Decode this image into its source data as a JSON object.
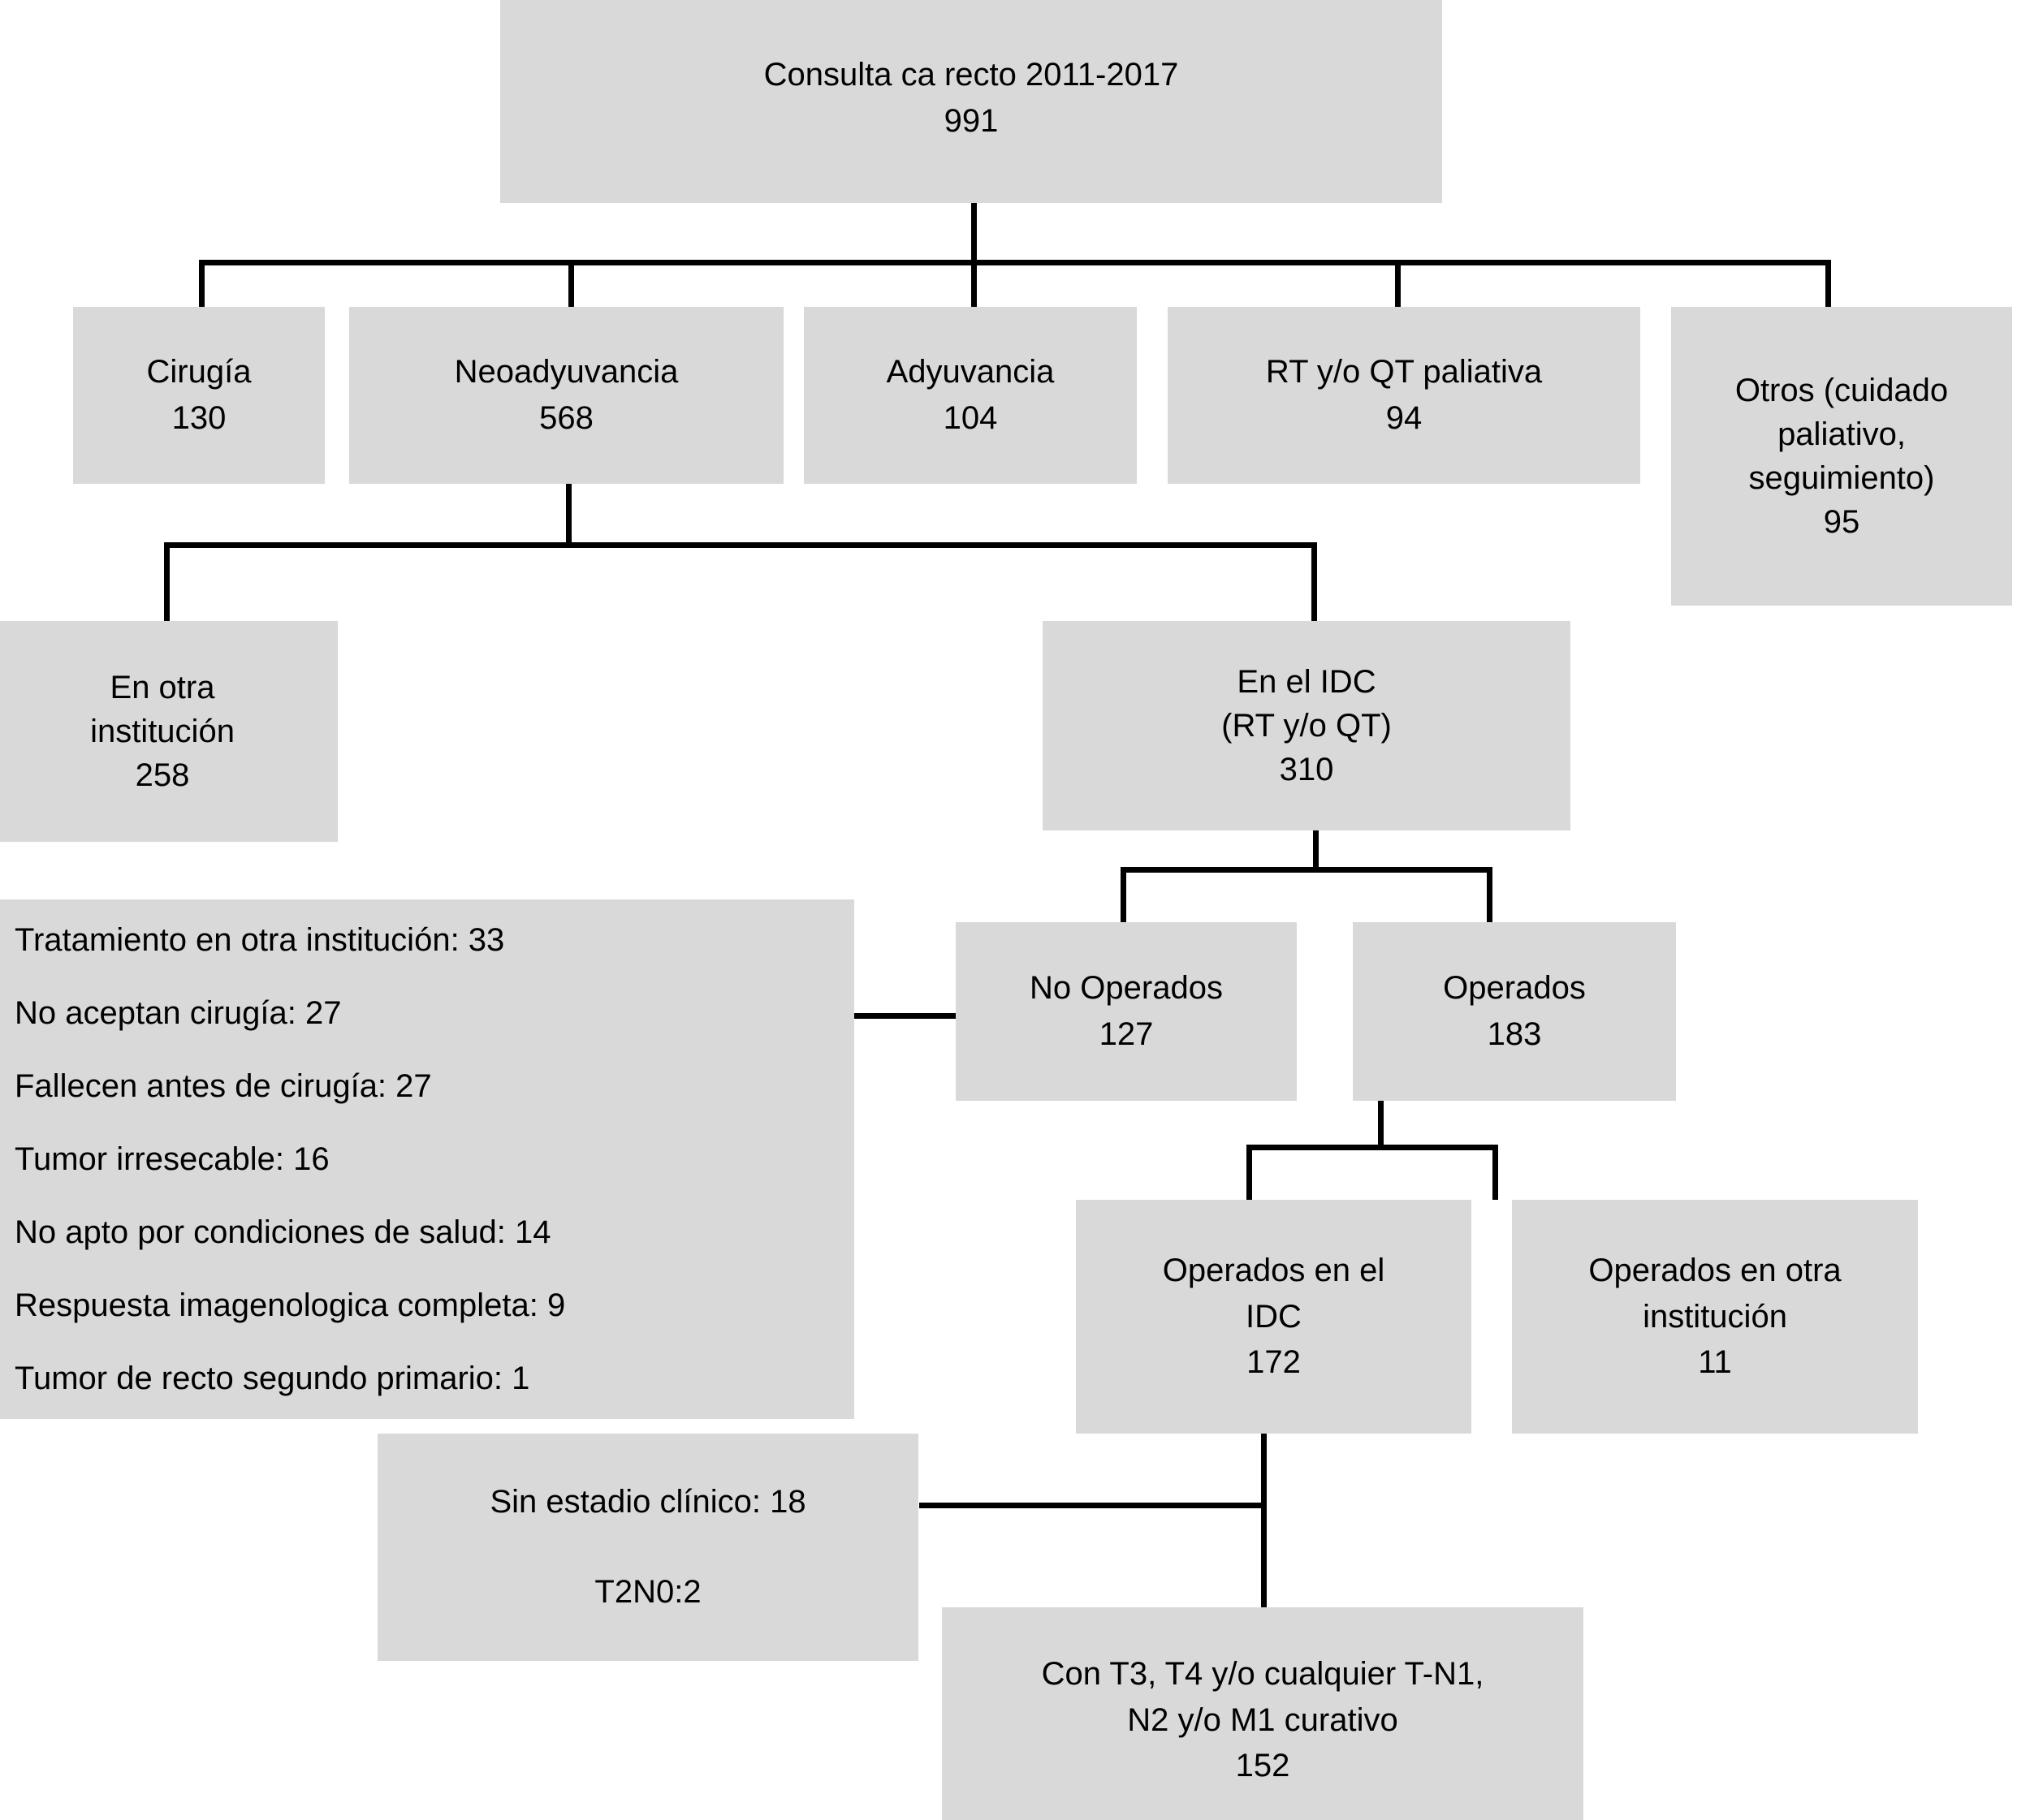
{
  "diagram": {
    "type": "flowchart",
    "title": "Consulta ca recto 2011-2017 patient flow",
    "box_fill": "#d9d9d9",
    "line_color": "#000000",
    "background": "#ffffff",
    "nodes": {
      "root": {
        "label": "Consulta ca recto 2011-2017",
        "count": "991"
      },
      "cirugia": {
        "label": "Cirugía",
        "count": "130"
      },
      "neoadyuvancia": {
        "label": "Neoadyuvancia",
        "count": "568"
      },
      "adyuvancia": {
        "label": "Adyuvancia",
        "count": "104"
      },
      "rt_qt_paliativa": {
        "label": "RT y/o QT paliativa",
        "count": "94"
      },
      "otros": {
        "line1": "Otros (cuidado",
        "line2": "paliativo,",
        "line3": "seguimiento)",
        "count": "95"
      },
      "otra_institucion": {
        "line1": "En otra",
        "line2": "institución",
        "count": "258"
      },
      "en_el_idc": {
        "line1": "En el IDC",
        "line2": "(RT y/o QT)",
        "count": "310"
      },
      "no_operados": {
        "label": "No Operados",
        "count": "127"
      },
      "operados": {
        "label": "Operados",
        "count": "183"
      },
      "operados_idc": {
        "line1": "Operados en el",
        "line2": "IDC",
        "count": "172"
      },
      "operados_otra": {
        "line1": "Operados en otra",
        "line2": "institución",
        "count": "11"
      },
      "final_curativo": {
        "line1": "Con T3, T4 y/o cualquier T-N1,",
        "line2": "N2 y/o M1 curativo",
        "count": "152"
      },
      "sin_estadio": {
        "line1": "Sin estadio clínico: 18",
        "line2": "T2N0:2"
      }
    },
    "reasons_panel": {
      "items": [
        "Tratamiento en otra institución: 33",
        "No aceptan cirugía: 27",
        "Fallecen antes de cirugía: 27",
        "Tumor irresecable: 16",
        "No apto por condiciones de salud: 14",
        "Respuesta imagenologica completa: 9",
        "Tumor de recto segundo primario: 1"
      ]
    },
    "edges": [
      {
        "from": "root",
        "to": "cirugia"
      },
      {
        "from": "root",
        "to": "neoadyuvancia"
      },
      {
        "from": "root",
        "to": "adyuvancia"
      },
      {
        "from": "root",
        "to": "rt_qt_paliativa"
      },
      {
        "from": "root",
        "to": "otros"
      },
      {
        "from": "neoadyuvancia",
        "to": "otra_institucion"
      },
      {
        "from": "neoadyuvancia",
        "to": "en_el_idc"
      },
      {
        "from": "en_el_idc",
        "to": "no_operados"
      },
      {
        "from": "en_el_idc",
        "to": "operados"
      },
      {
        "from": "operados",
        "to": "operados_idc"
      },
      {
        "from": "operados",
        "to": "operados_otra"
      },
      {
        "from": "reasons_panel",
        "to": "no_operados"
      },
      {
        "from": "operados_idc",
        "to": "final_curativo"
      },
      {
        "from": "sin_estadio",
        "to": "final_curativo"
      }
    ]
  }
}
